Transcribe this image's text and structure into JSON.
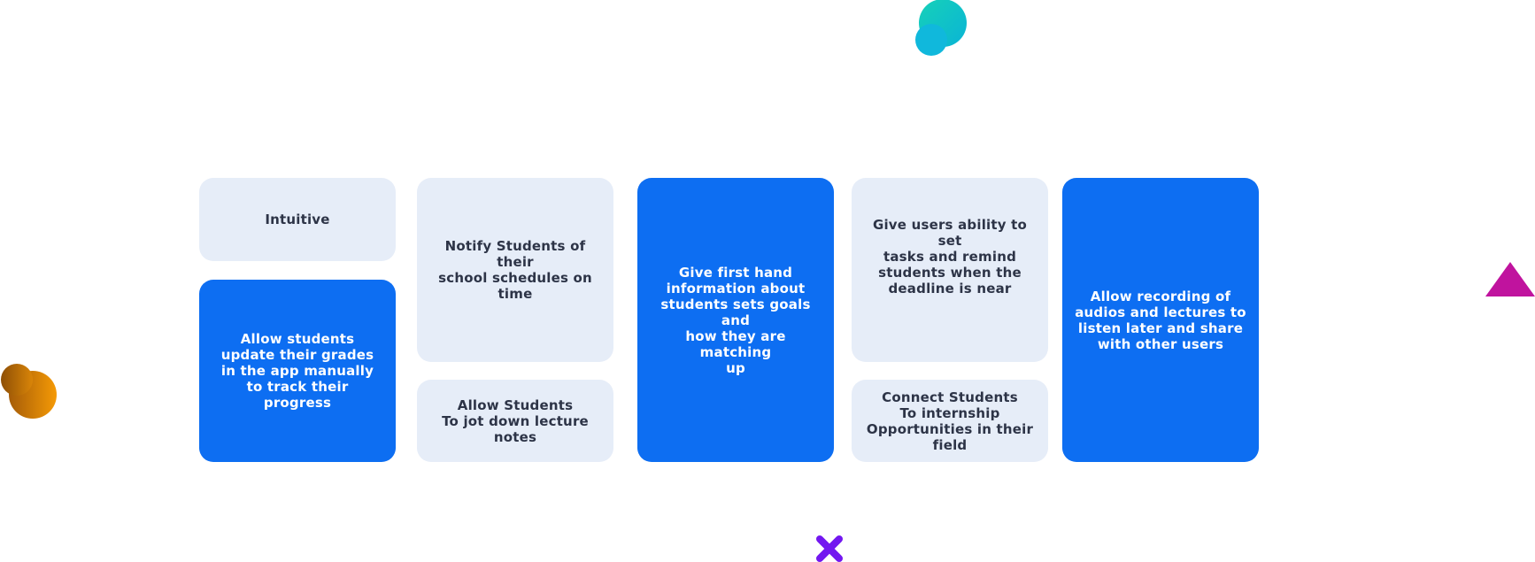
{
  "cards": {
    "intuitive": "Intuitive",
    "update_grades": "Allow students\nupdate their grades\nin the app manually\nto track their\nprogress",
    "notify_schedules": "Notify Students of their\nschool schedules on\ntime",
    "lecture_notes": "Allow Students\nTo jot down lecture notes",
    "goals_info": "Give first hand\ninformation about\nstudents sets goals and\nhow they are matching\nup",
    "set_tasks": "Give users ability to set\ntasks and remind\nstudents when the\ndeadline is near",
    "internship": "Connect Students\nTo internship\nOpportunities in their field",
    "record_audio": "Allow recording of\naudios and lectures to\nlisten later and share\nwith other users"
  },
  "colors": {
    "card_light": "#e6edf8",
    "card_blue": "#0d6ef2",
    "text_dark": "#2d3447",
    "deco_teal": "#0cc4c4",
    "deco_orange": "#e88a06",
    "deco_magenta": "#c0139e",
    "deco_purple": "#7317f0"
  },
  "decorations": [
    "teal-circles-icon",
    "orange-circles-icon",
    "magenta-triangle-icon",
    "purple-x-icon"
  ]
}
